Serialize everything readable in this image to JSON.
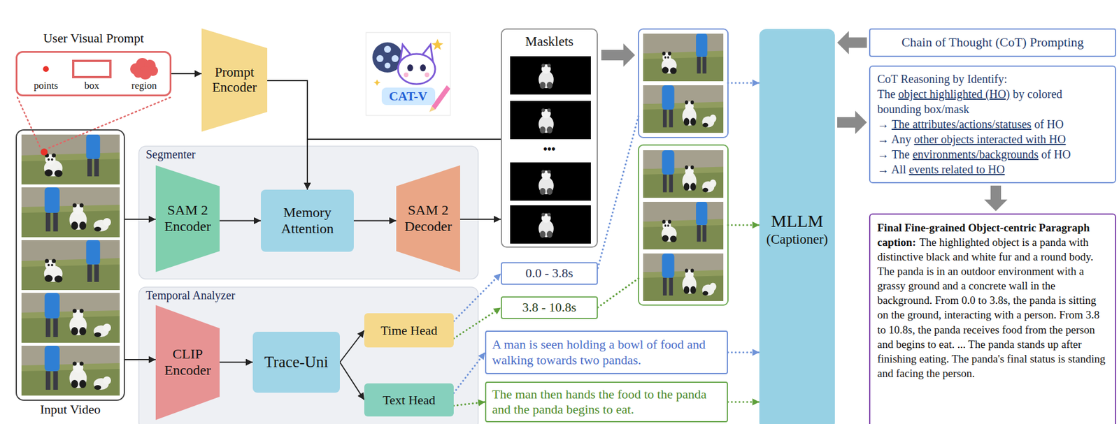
{
  "diagram": {
    "nodes": [
      {
        "text": [
          "User Visual Prompt",
          "points",
          "box",
          "region"
        ]
      },
      {
        "text": [
          "Prompt Encoder"
        ]
      },
      {
        "text": [
          "Input Video"
        ]
      },
      {
        "text": [
          "Segmenter"
        ]
      },
      {
        "text": [
          "SAM 2 Encoder"
        ],
        "in": 3
      },
      {
        "text": [
          "Memory Attention"
        ],
        "in": 3
      },
      {
        "text": [
          "SAM 2 Decoder"
        ],
        "in": 3
      },
      {
        "text": [
          "Masklets"
        ]
      },
      {
        "text": [
          "Temporal Analyzer"
        ]
      },
      {
        "text": [
          "CLIP Encoder"
        ],
        "in": 8
      },
      {
        "text": [
          "Trace-Uni"
        ],
        "in": 8
      },
      {
        "text": [
          "Time Head"
        ],
        "in": 8
      },
      {
        "text": [
          "Text Head"
        ],
        "in": 8
      },
      {
        "text": [
          "0.0 - 3.8s"
        ]
      },
      {
        "text": [
          "3.8 - 10.8s"
        ]
      },
      {
        "text": [
          "A man is seen holding a bowl of food and walking towards two pandas."
        ]
      },
      {
        "text": [
          "The man then hands the food to the panda and the panda begins to eat."
        ]
      },
      {
        "text": [
          "MLLM",
          "(Captioner)"
        ]
      },
      {
        "text": [
          "Chain of Thought (CoT) Prompting"
        ]
      },
      {
        "text": [
          "CoT Reasoning by Identify:",
          "The object highlighted (HO) by colored bounding box/mask",
          "→ The attributes/actions/statuses of HO",
          "→ Any other objects interacted with HO",
          "→ The environments/backgrounds of HO",
          "→ All events related to HO"
        ]
      },
      {
        "text": [
          "Final Fine-grained Object-centric Paragraph caption:",
          "The highlighted object is a panda with distinctive black and white fur and a round body. The panda is in an outdoor environment with a grassy ground and a concrete wall in the background. From 0.0 to 3.8s, the panda is sitting on the ground, interacting with a person. From 3.8 to 10.8s, the panda receives food from the person and begins to eat. ... The panda stands up after finishing eating. The panda's final status is standing and facing the person."
        ]
      }
    ],
    "edges": [
      {
        "from": 0,
        "to": 1,
        "arrow": "to"
      },
      {
        "from": 1,
        "to": 5,
        "arrow": "to"
      },
      {
        "from": 7,
        "to": 5,
        "arrow": "to"
      },
      {
        "from": 2,
        "to": 4,
        "arrow": "to"
      },
      {
        "from": 4,
        "to": 5,
        "arrow": "to"
      },
      {
        "from": 5,
        "to": 6,
        "arrow": "to"
      },
      {
        "from": 6,
        "to": 7,
        "arrow": "to"
      },
      {
        "from": 2,
        "to": 9,
        "arrow": "to"
      },
      {
        "from": 9,
        "to": 10,
        "arrow": "to"
      },
      {
        "from": 10,
        "to": 11,
        "arrow": "to"
      },
      {
        "from": 10,
        "to": 12,
        "arrow": "to"
      },
      {
        "from": 11,
        "to": 13,
        "arrow": "to"
      },
      {
        "from": 11,
        "to": 14,
        "arrow": "to"
      },
      {
        "from": 12,
        "to": 15,
        "arrow": "to"
      },
      {
        "from": 12,
        "to": 16,
        "arrow": "to"
      },
      {
        "from": 15,
        "to": 17,
        "arrow": "to"
      },
      {
        "from": 16,
        "to": 17,
        "arrow": "to"
      },
      {
        "from": 18,
        "to": 17,
        "arrow": "to"
      },
      {
        "from": 17,
        "to": 19,
        "arrow": "to"
      },
      {
        "from": 19,
        "to": 20,
        "arrow": "to"
      }
    ],
    "labels": [
      "CAT-V",
      "•••"
    ]
  }
}
